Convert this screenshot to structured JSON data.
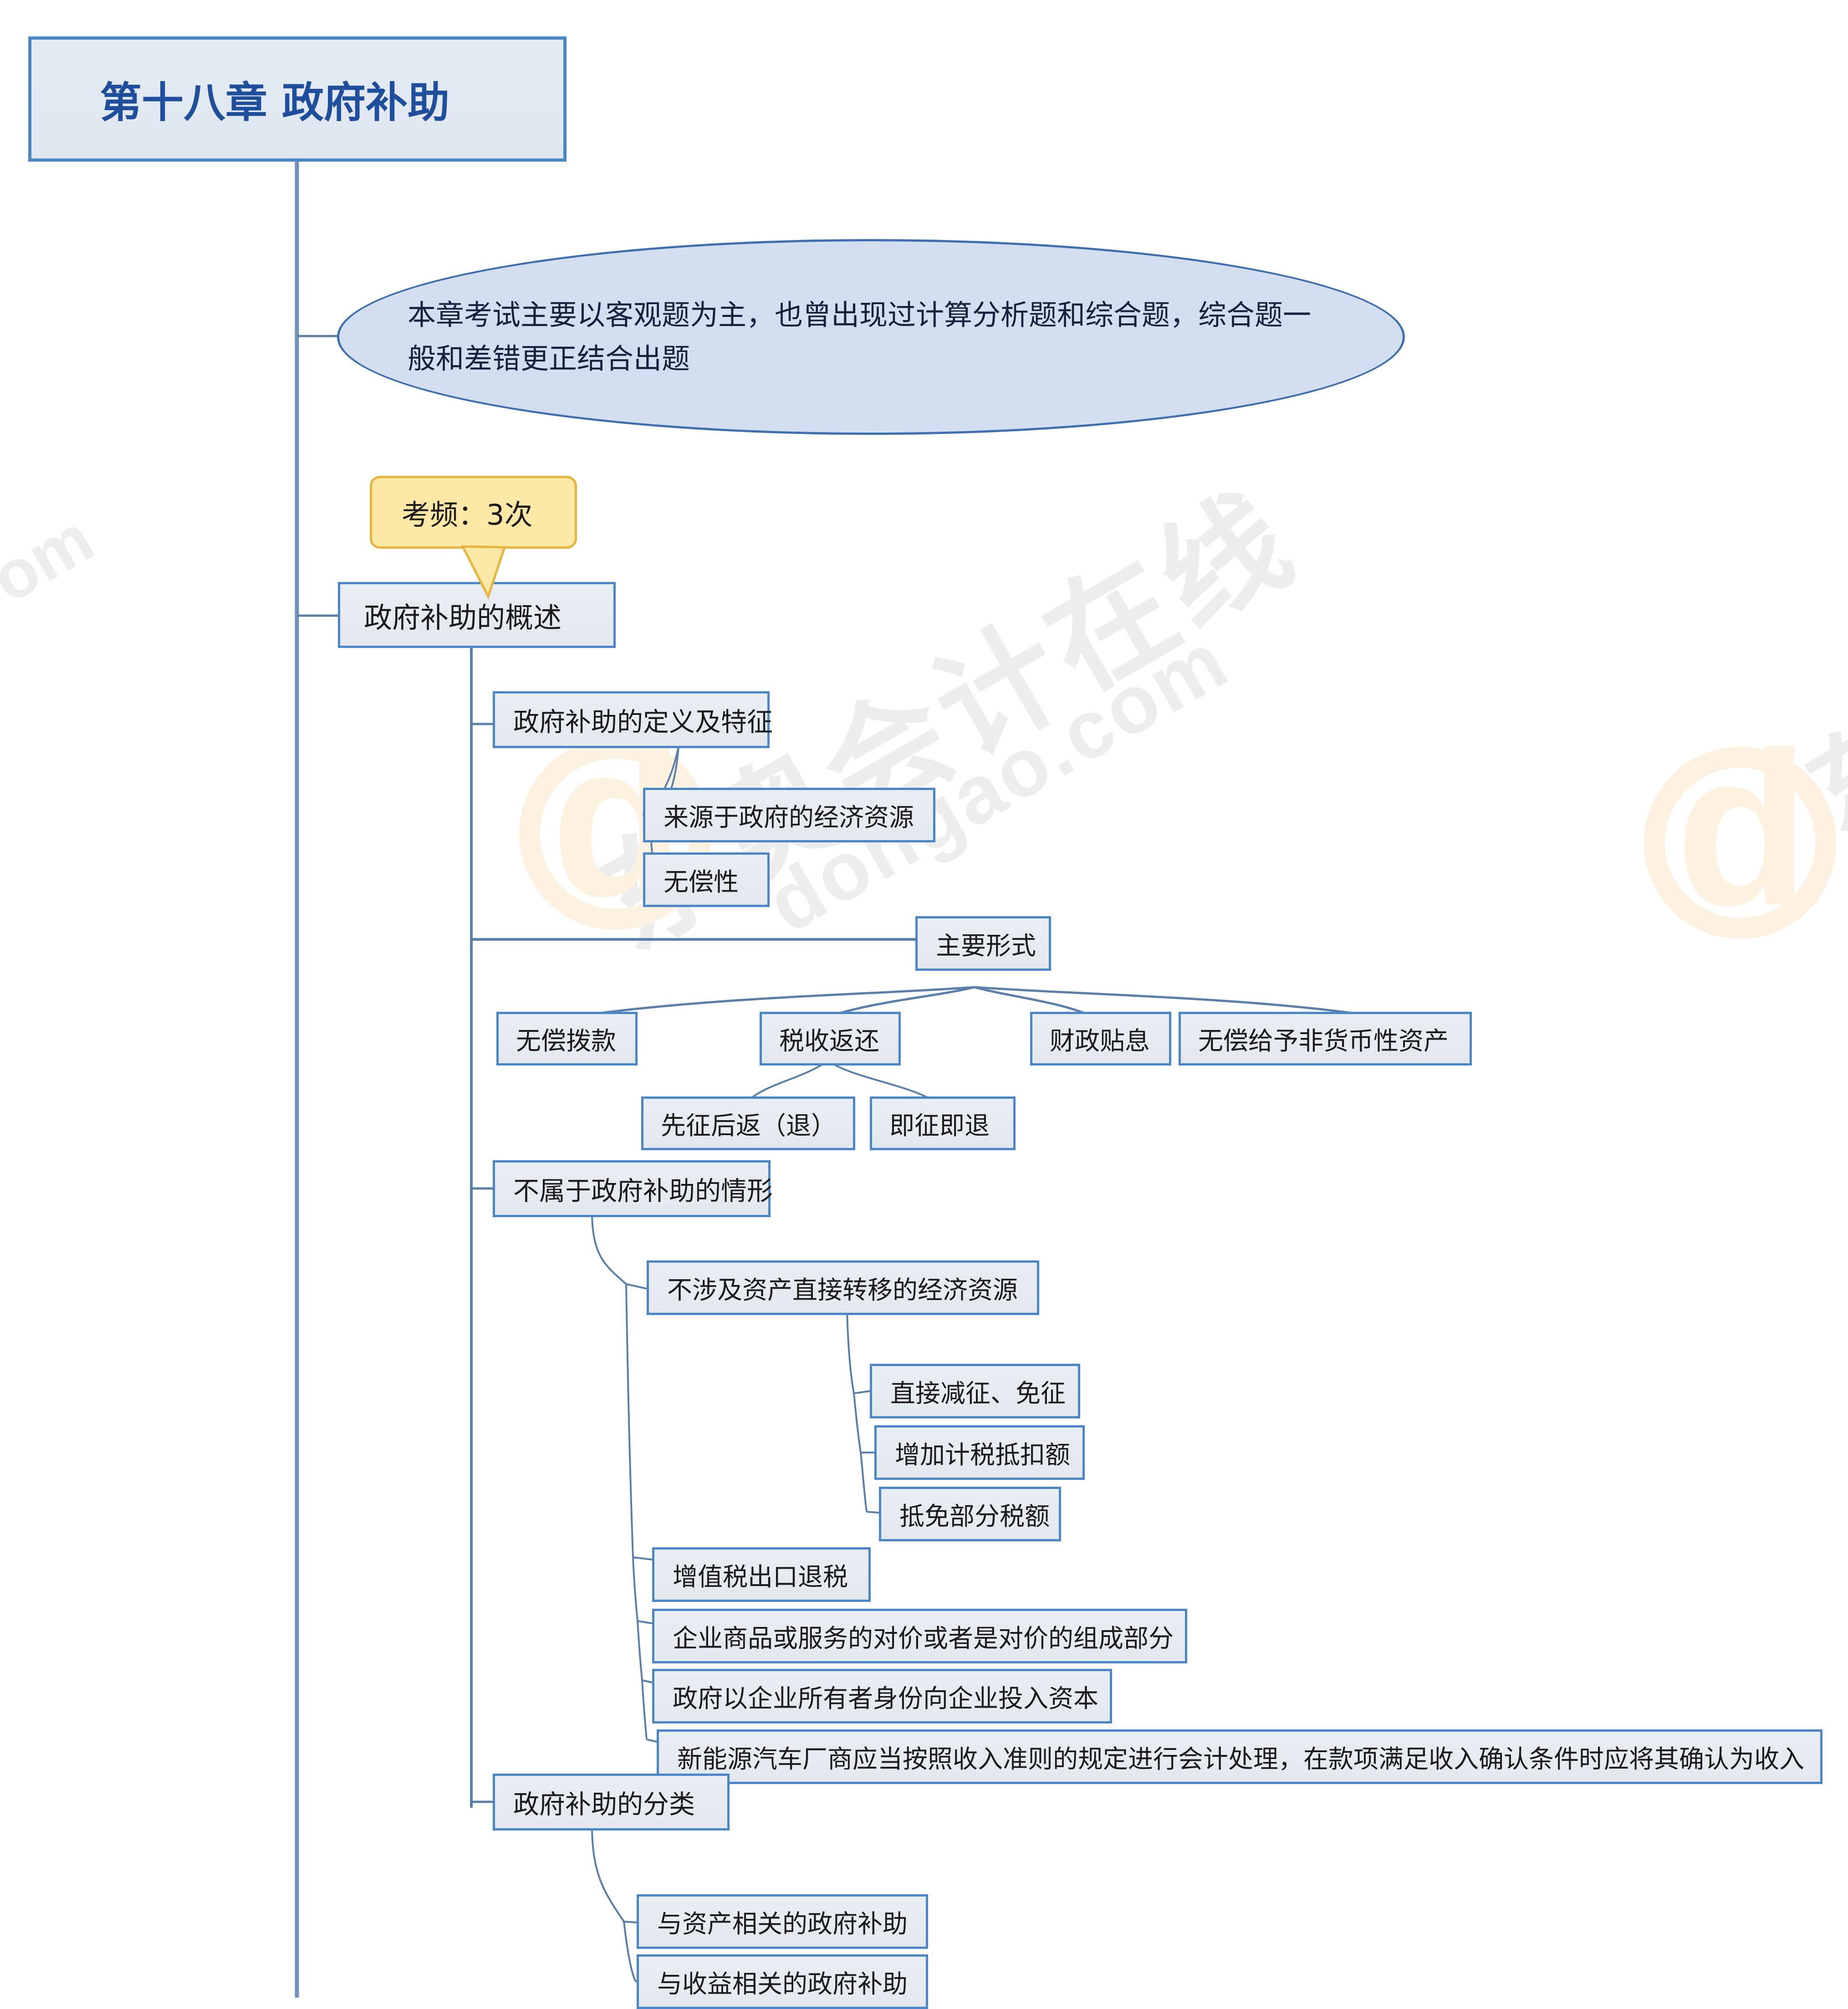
{
  "watermark": {
    "brand_text": "东奥会计在线",
    "domain_text": "dongao.com",
    "logo_letter": "d",
    "fragment_left_top": "om",
    "fragment_right": "东"
  },
  "mindmap": {
    "title": "第十八章  政府补助",
    "summary": "本章考试主要以客观题为主，也曾出现过计算分析题和综合题，综合题一般和差错更正结合出题",
    "exam_frequency_badge": "考频：3次",
    "branch_overview": "政府补助的概述",
    "definition": {
      "label": "政府补助的定义及特征",
      "children": [
        "来源于政府的经济资源",
        "无偿性"
      ]
    },
    "main_forms": {
      "label": "主要形式",
      "children": [
        "无偿拨款",
        "税收返还",
        "财政贴息",
        "无偿给予非货币性资产"
      ],
      "tax_refund_children": [
        "先征后返（退）",
        "即征即退"
      ]
    },
    "not_government_grant": {
      "label": "不属于政府补助的情形",
      "children": [
        "不涉及资产直接转移的经济资源",
        "增值税出口退税",
        "企业商品或服务的对价或者是对价的组成部分",
        "政府以企业所有者身份向企业投入资本",
        "新能源汽车厂商应当按照收入准则的规定进行会计处理，在款项满足收入确认条件时应将其确认为收入"
      ],
      "non_transfer_children": [
        "直接减征、免征",
        "增加计税抵扣额",
        "抵免部分税额"
      ]
    },
    "classification": {
      "label": "政府补助的分类",
      "children": [
        "与资产相关的政府补助",
        "与收益相关的政府补助"
      ]
    }
  },
  "colors": {
    "node_border": "#4a86c8",
    "node_fill": "#e6ebf1",
    "title_text": "#1f4e9c",
    "ellipse_fill": "#d3dff0",
    "ellipse_border": "#3f6fae",
    "callout_fill": "#fde9a5",
    "callout_border": "#e8b33c",
    "connector": "#5a7fa8",
    "spine": "#6f93bd"
  }
}
